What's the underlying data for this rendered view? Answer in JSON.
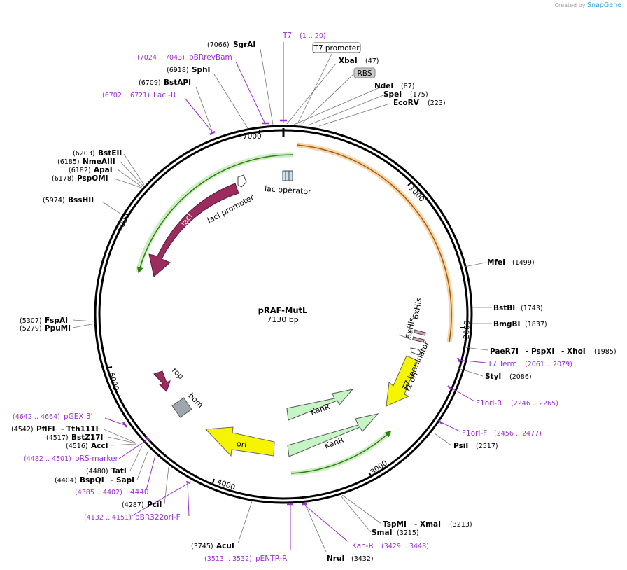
{
  "credit": {
    "prefix": "Created by",
    "brand": "SnapGene"
  },
  "plasmid": {
    "name": "pRAF-MutL",
    "length": "7130 bp"
  },
  "colors": {
    "ring": "#000000",
    "primer": "#9b30d0",
    "lacI": "#9b2d5e",
    "orange": "#f2a33a",
    "green": "#2e7d12",
    "kanR": "#c5f5c5",
    "ori": "#f5f500"
  },
  "ruler": [
    {
      "label": "1000"
    },
    {
      "label": "2000"
    },
    {
      "label": "3000"
    },
    {
      "label": "4000"
    },
    {
      "label": "5000"
    },
    {
      "label": "6000"
    },
    {
      "label": "7000"
    }
  ],
  "features": [
    {
      "label": "lacI"
    },
    {
      "label": "lacI promoter"
    },
    {
      "label": "lac operator"
    },
    {
      "label": "KanR"
    },
    {
      "label": "KanR"
    },
    {
      "label": "ori"
    },
    {
      "label": "f1 ori"
    },
    {
      "label": "T7 terminator"
    },
    {
      "label": "6xHis"
    },
    {
      "label": "6xHis"
    },
    {
      "label": "rop"
    },
    {
      "label": "bom"
    }
  ],
  "boxed": [
    {
      "label": "T7 promoter"
    },
    {
      "label": "RBS"
    }
  ],
  "sites": [
    {
      "pos": "(7066)",
      "name": "SgrAI"
    },
    {
      "pos": "(6918)",
      "name": "SphI"
    },
    {
      "pos": "(6709)",
      "name": "BstAPI"
    },
    {
      "pos": "(6203)",
      "name": "BstEII"
    },
    {
      "pos": "(6185)",
      "name": "NmeAIII"
    },
    {
      "pos": "(6182)",
      "name": "ApaI"
    },
    {
      "pos": "(6178)",
      "name": "PspOMI"
    },
    {
      "pos": "(5974)",
      "name": "BssHII"
    },
    {
      "pos": "(5307)",
      "name": "FspAI"
    },
    {
      "pos": "(5279)",
      "name": "PpuMI"
    },
    {
      "pos": "(4542)",
      "name": "PflFI",
      "name2": "- Tth111I"
    },
    {
      "pos": "(4517)",
      "name": "BstZ17I"
    },
    {
      "pos": "(4516)",
      "name": "AccI"
    },
    {
      "pos": "(4480)",
      "name": "TatI"
    },
    {
      "pos": "(4404)",
      "name": "BspQI",
      "name2": "- SapI"
    },
    {
      "pos": "(4287)",
      "name": "PciI"
    },
    {
      "pos": "(3745)",
      "name": "AcuI"
    },
    {
      "pos": "(3432)",
      "name": "NruI"
    },
    {
      "pos": "(3215)",
      "name": "SmaI"
    },
    {
      "pos": "(3213)",
      "name": "TspMI",
      "name2": "- XmaI"
    },
    {
      "pos": "(2517)",
      "name": "PsiI"
    },
    {
      "pos": "(2086)",
      "name": "StyI"
    },
    {
      "pos": "(1985)",
      "name": "PaeR7I",
      "name2": "- PspXI",
      "name3": "- XhoI"
    },
    {
      "pos": "(1837)",
      "name": "BmgBI"
    },
    {
      "pos": "(1743)",
      "name": "BstBI"
    },
    {
      "pos": "(1499)",
      "name": "MfeI"
    },
    {
      "pos": "(223)",
      "name": "EcoRV"
    },
    {
      "pos": "(175)",
      "name": "SpeI"
    },
    {
      "pos": "(87)",
      "name": "NdeI"
    },
    {
      "pos": "(47)",
      "name": "XbaI"
    }
  ],
  "primers": [
    {
      "name": "T7",
      "range": "(1 .. 20)"
    },
    {
      "name": "pBRrevBam",
      "range": "(7024 .. 7043)"
    },
    {
      "name": "LacI-R",
      "range": "(6702 .. 6721)"
    },
    {
      "name": "pGEX 3'",
      "range": "(4642 .. 4664)"
    },
    {
      "name": "pRS-marker",
      "range": "(4482 .. 4501)"
    },
    {
      "name": "L4440",
      "range": "(4385 .. 4402)"
    },
    {
      "name": "pBR322ori-F",
      "range": "(4132 .. 4151)"
    },
    {
      "name": "pENTR-R",
      "range": "(3513 .. 3532)"
    },
    {
      "name": "Kan-R",
      "range": "(3429 .. 3448)"
    },
    {
      "name": "F1ori-R",
      "range": "(2246 .. 2265)"
    },
    {
      "name": "F1ori-F",
      "range": "(2456 .. 2477)"
    },
    {
      "name": "T7 Term",
      "range": "(2061 .. 2079)"
    }
  ]
}
